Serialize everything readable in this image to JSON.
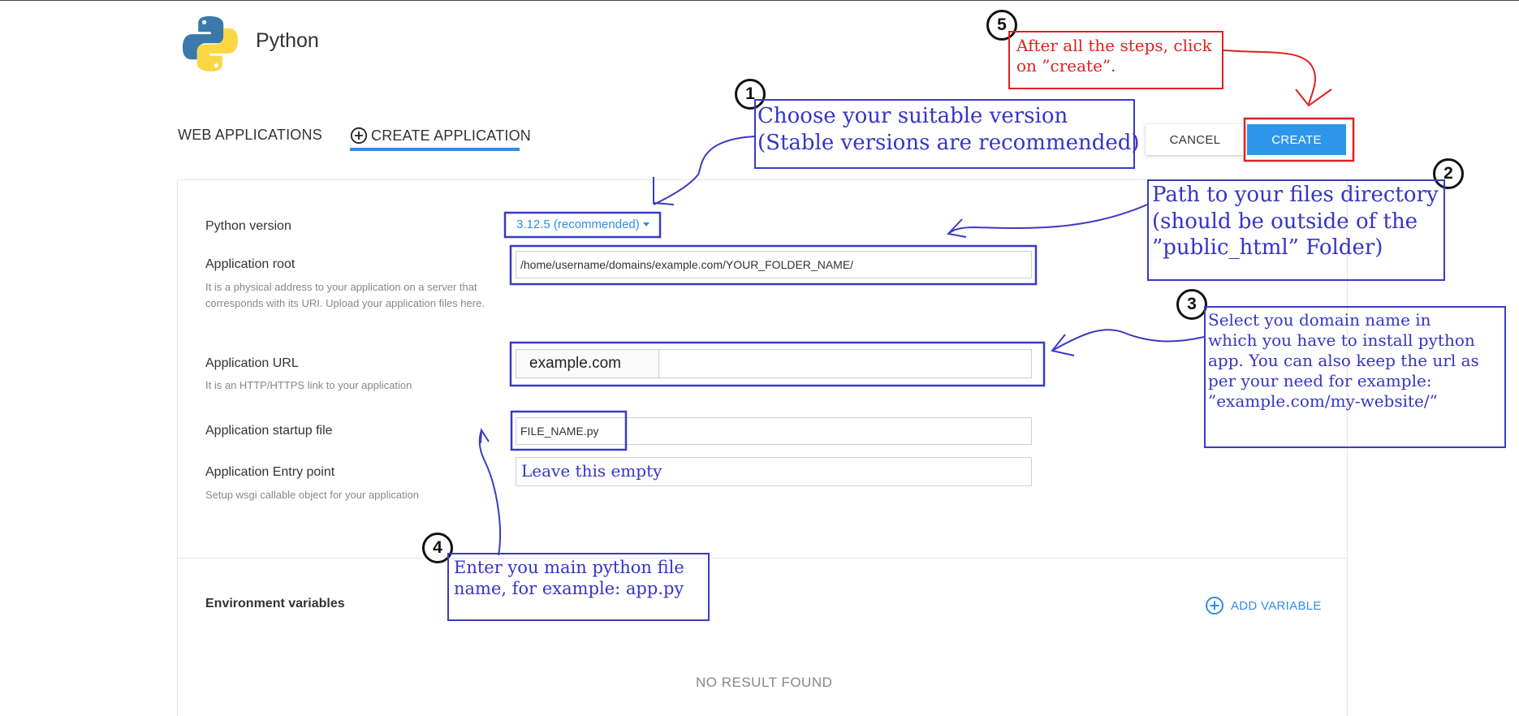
{
  "header": {
    "app_title": "Python"
  },
  "tabs": [
    {
      "label": "WEB APPLICATIONS"
    },
    {
      "label": "CREATE APPLICATION",
      "active": true
    }
  ],
  "actions": {
    "cancel_label": "CANCEL",
    "create_label": "CREATE"
  },
  "form": {
    "python_version": {
      "label": "Python version",
      "value": "3.12.5 (recommended)"
    },
    "app_root": {
      "label": "Application root",
      "value": "/home/username/domains/example.com/YOUR_FOLDER_NAME/",
      "description": "It is a physical address to your application on a server that corresponds with its URI. Upload your application files here."
    },
    "app_url": {
      "label": "Application URL",
      "domain": "example.com",
      "path_value": "",
      "description": "It is an HTTP/HTTPS link to your application"
    },
    "startup_file": {
      "label": "Application startup file",
      "value": "FILE_NAME.py"
    },
    "entry_point": {
      "label": "Application Entry point",
      "value": "",
      "description": "Setup wsgi callable object for your application"
    }
  },
  "env": {
    "title": "Environment variables",
    "add_label": "ADD VARIABLE",
    "empty_text": "NO RESULT FOUND"
  },
  "annotations": {
    "step1": {
      "number": "1",
      "lines": [
        "Choose your suitable version",
        "(Stable versions are recommended)"
      ]
    },
    "step2": {
      "number": "2",
      "lines": [
        "Path to your files directory",
        "(should be outside of the",
        "”public_html” Folder)"
      ]
    },
    "step3": {
      "number": "3",
      "lines": [
        "Select you domain name in",
        "which you have to install python",
        "app. You can also keep the url as",
        "per your need for example:",
        "”example.com/my-website/”"
      ]
    },
    "step4": {
      "number": "4",
      "lines": [
        "Enter you main python file",
        "name, for example: app.py"
      ]
    },
    "step5": {
      "number": "5",
      "lines": [
        "After all the steps, click",
        "on ”create”."
      ]
    },
    "entry_note": "Leave this empty"
  },
  "colors": {
    "accent": "#2e96ea",
    "annotation_blue": "#3a3ac4",
    "annotation_red": "#e02020"
  },
  "icons": [
    "python-logo-icon",
    "plus-circle-icon"
  ]
}
